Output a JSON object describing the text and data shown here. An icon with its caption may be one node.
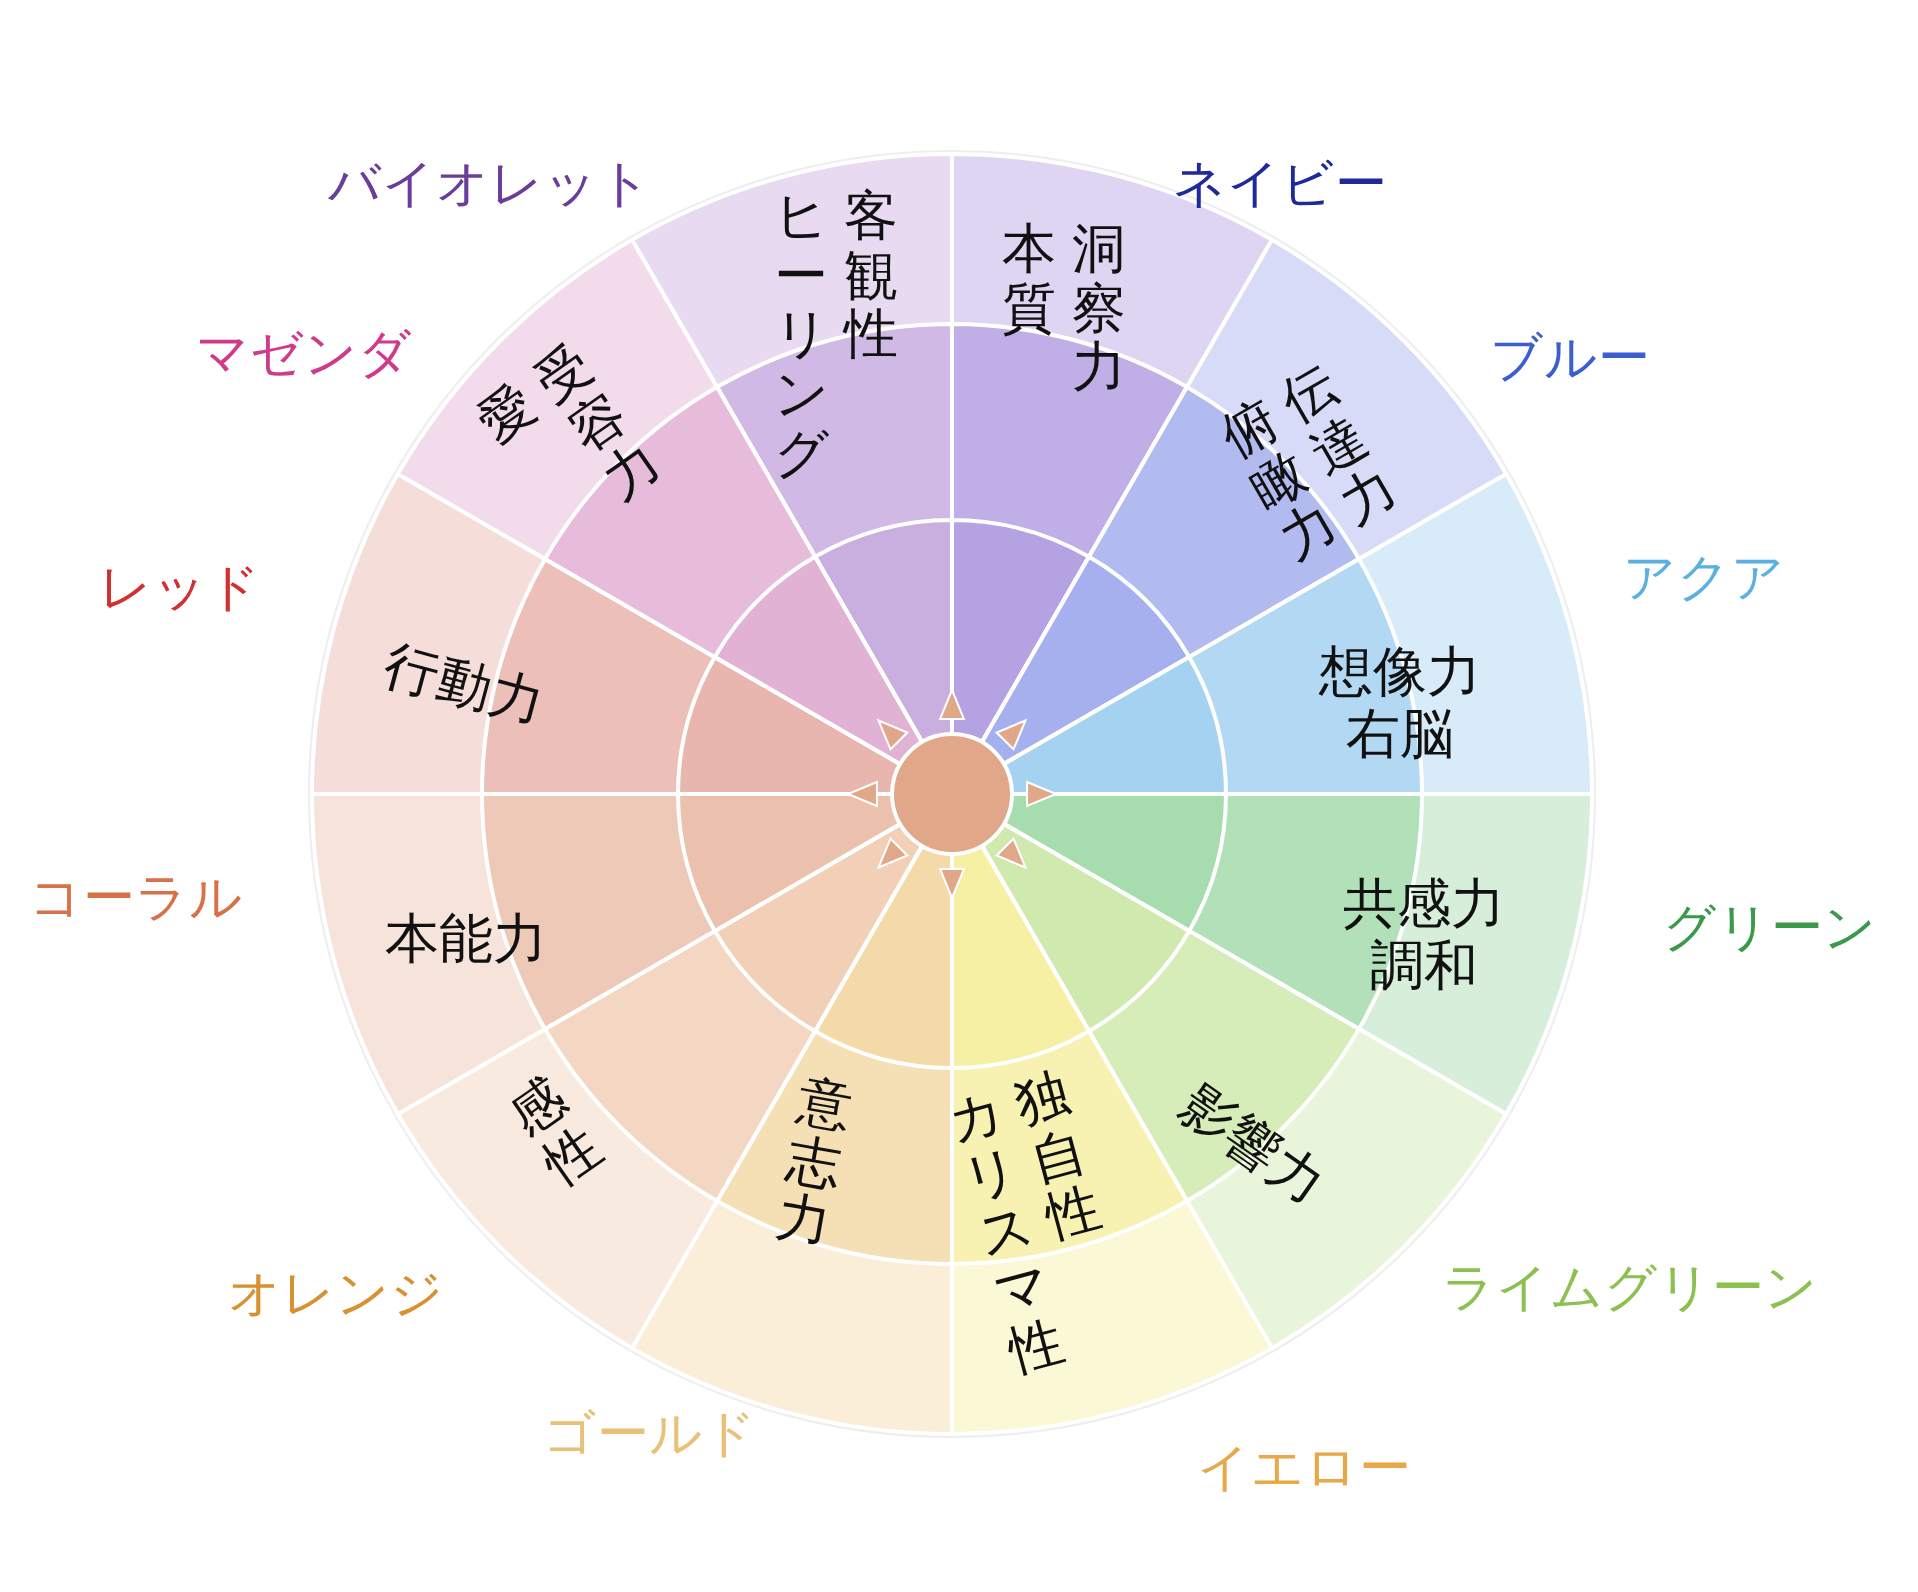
{
  "diagram": {
    "nodes": [
      {
        "text": [
          "ヒーリング",
          "客観性"
        ],
        "beside": [
          "バイオレット"
        ]
      },
      {
        "text": [
          "本質",
          "洞察力"
        ],
        "beside": [
          "ネイビー"
        ]
      },
      {
        "text": [
          "俯瞰力",
          "伝達力"
        ],
        "beside": [
          "ブルー"
        ]
      },
      {
        "text": [
          "想像力",
          "右脳"
        ],
        "beside": [
          "アクア"
        ]
      },
      {
        "text": [
          "共感力",
          "調和"
        ],
        "beside": [
          "グリーン"
        ]
      },
      {
        "text": [
          "影響力"
        ],
        "beside": [
          "ライムグリーン"
        ]
      },
      {
        "text": [
          "カリスマ性",
          "独自性"
        ],
        "beside": [
          "イエロー"
        ]
      },
      {
        "text": [
          "意志力"
        ],
        "beside": [
          "ゴールド"
        ]
      },
      {
        "text": [
          "感性"
        ],
        "beside": [
          "オレンジ"
        ]
      },
      {
        "text": [
          "本能力"
        ],
        "beside": [
          "コーラル"
        ]
      },
      {
        "text": [
          "行動力"
        ],
        "beside": [
          "レッド"
        ]
      },
      {
        "text": [
          "愛",
          "受容力"
        ],
        "beside": [
          "マゼンダ"
        ]
      }
    ]
  }
}
